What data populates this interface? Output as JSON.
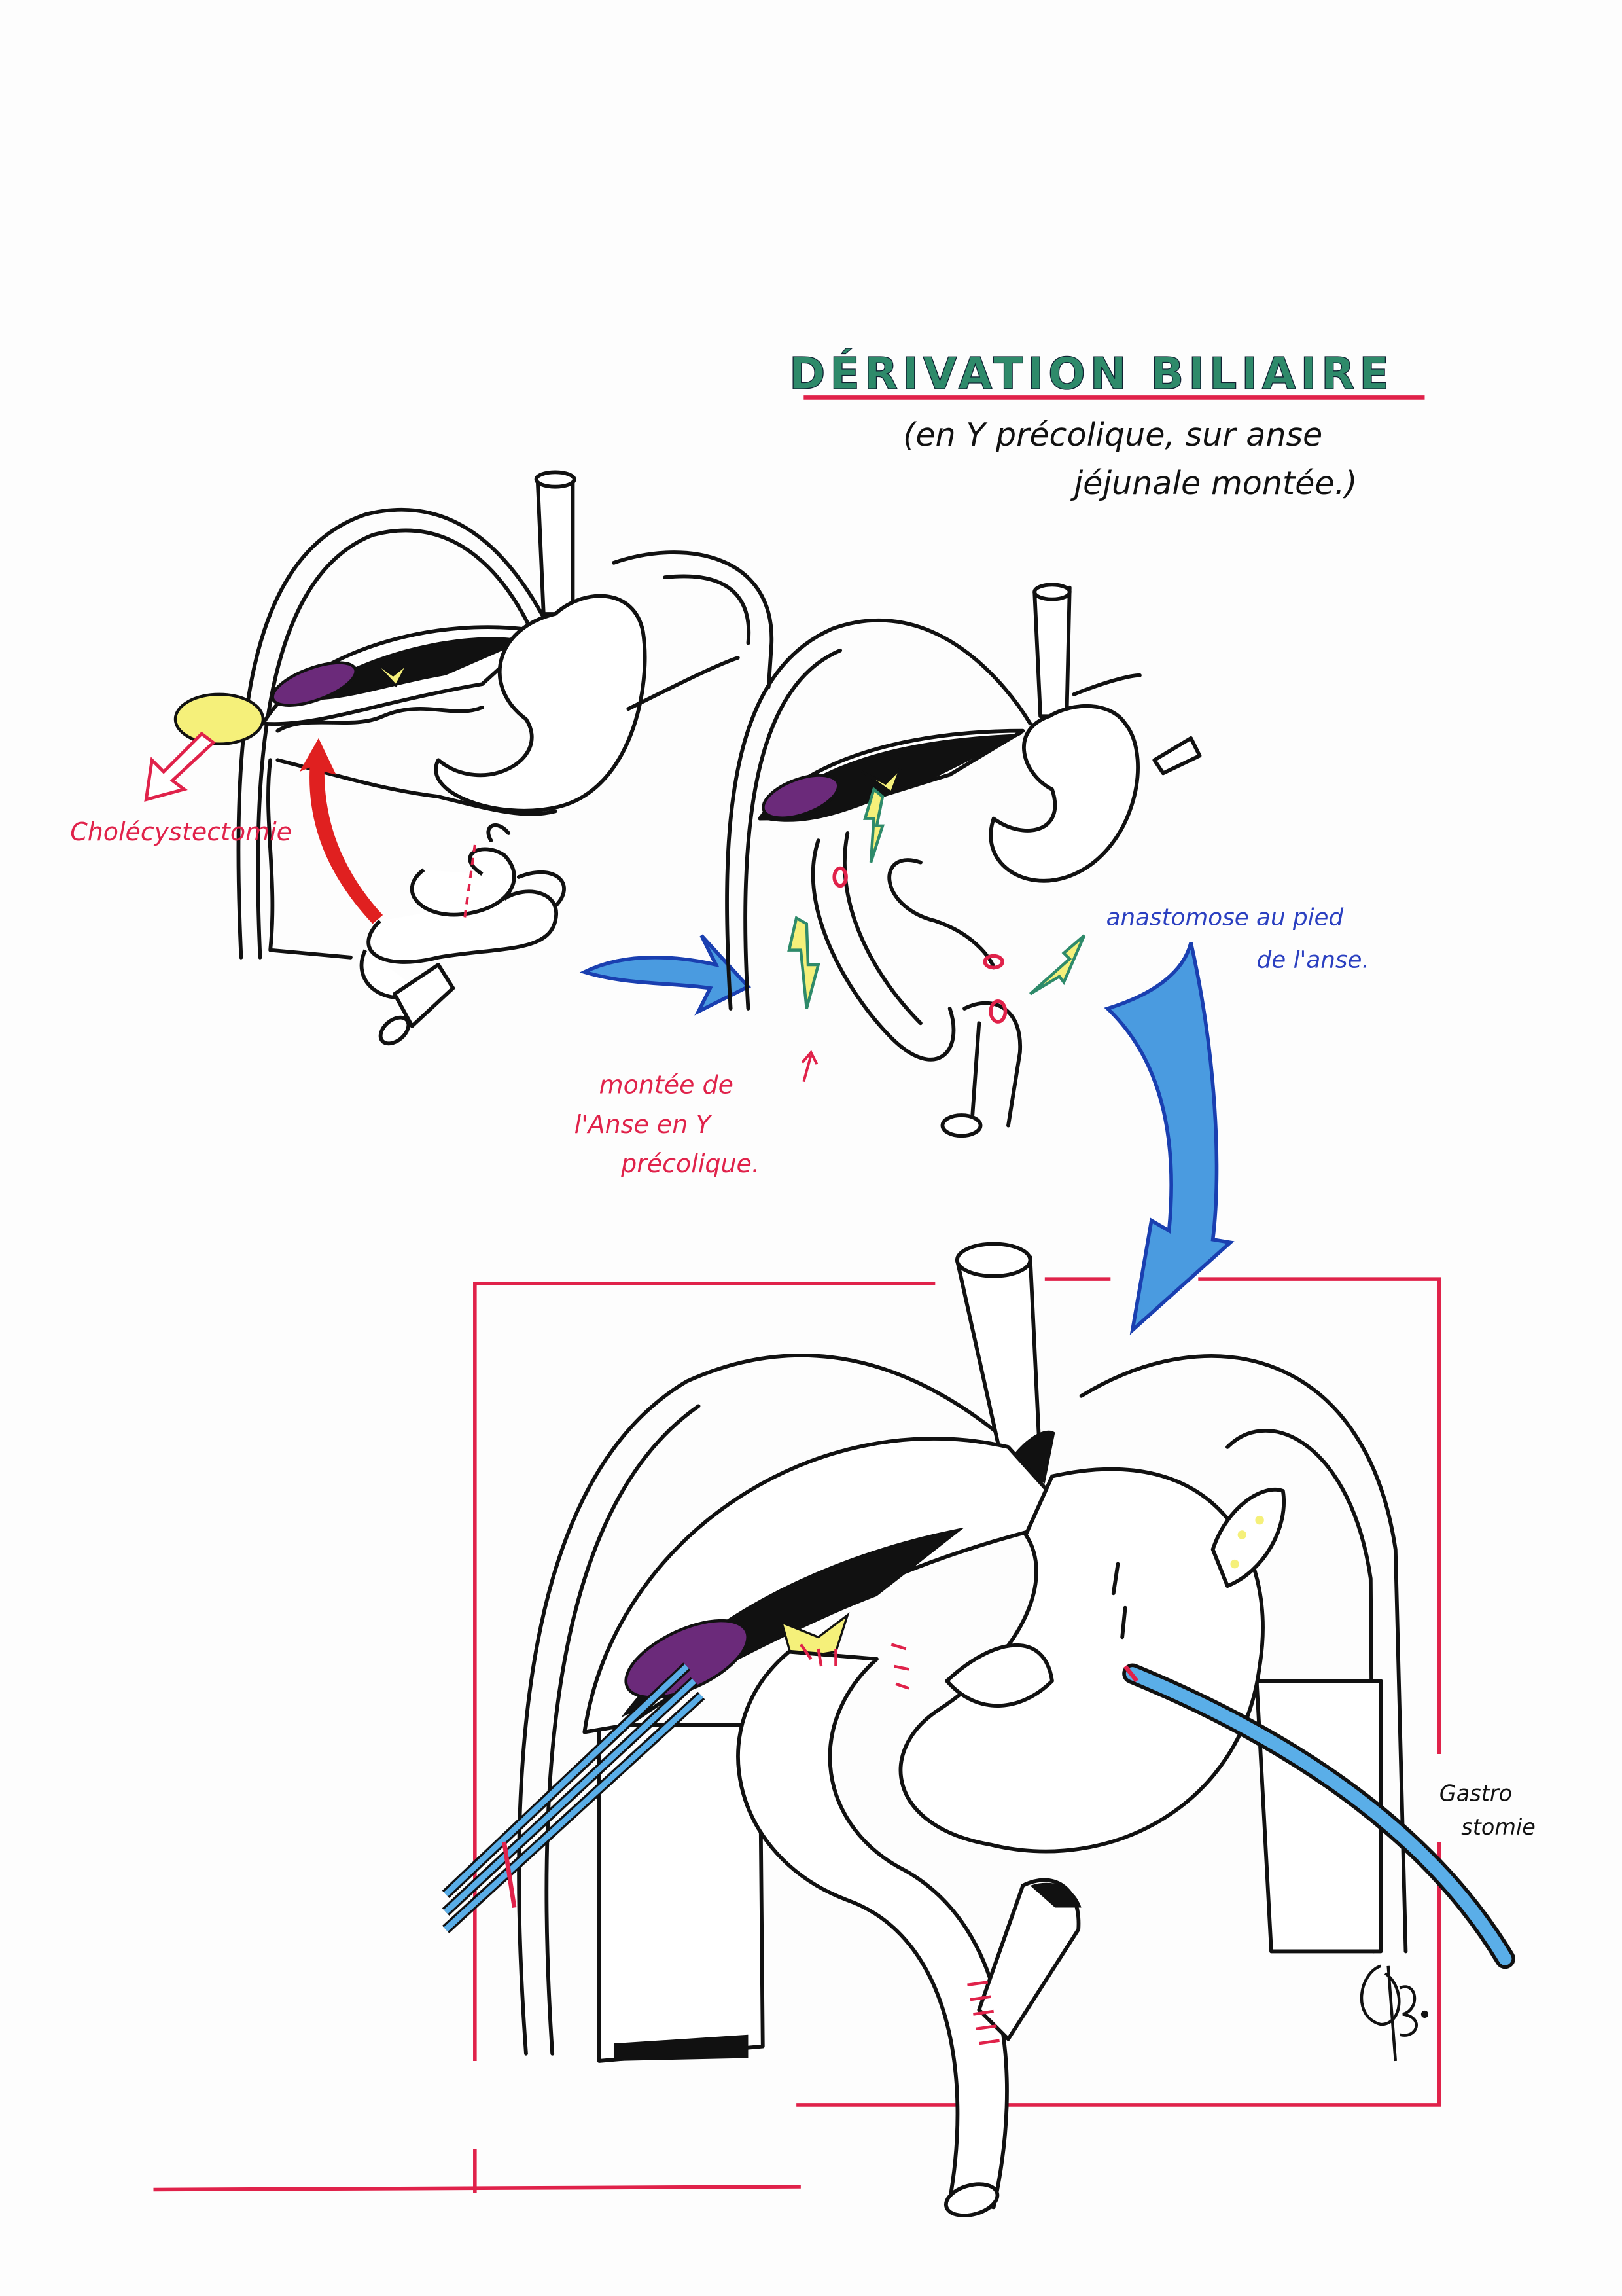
{
  "title": "DÉRIVATION BILIAIRE",
  "subtitle": [
    "(en Y précolique, sur anse",
    "jéjunale montée.)"
  ],
  "labels": {
    "cholecystectomie": "Cholécystectomie",
    "montee": [
      "montée de",
      "l'Anse en Y",
      "précolique."
    ],
    "anastomose": [
      "anastomose au pied",
      "de l'anse."
    ],
    "gastrostomie": [
      "Gastro",
      "stomie"
    ]
  },
  "signature": "JB",
  "colors": {
    "title_green": "#2e8a6a",
    "underline_red": "#e0224a",
    "annotation_red": "#e0224a",
    "annotation_blue": "#2a3fc0",
    "arrow_blue": "#4a9be0",
    "gallbladder_yellow": "#f5f07a",
    "pancreas_purple": "#6b2a7a",
    "tube_blue": "#5aaee8"
  }
}
